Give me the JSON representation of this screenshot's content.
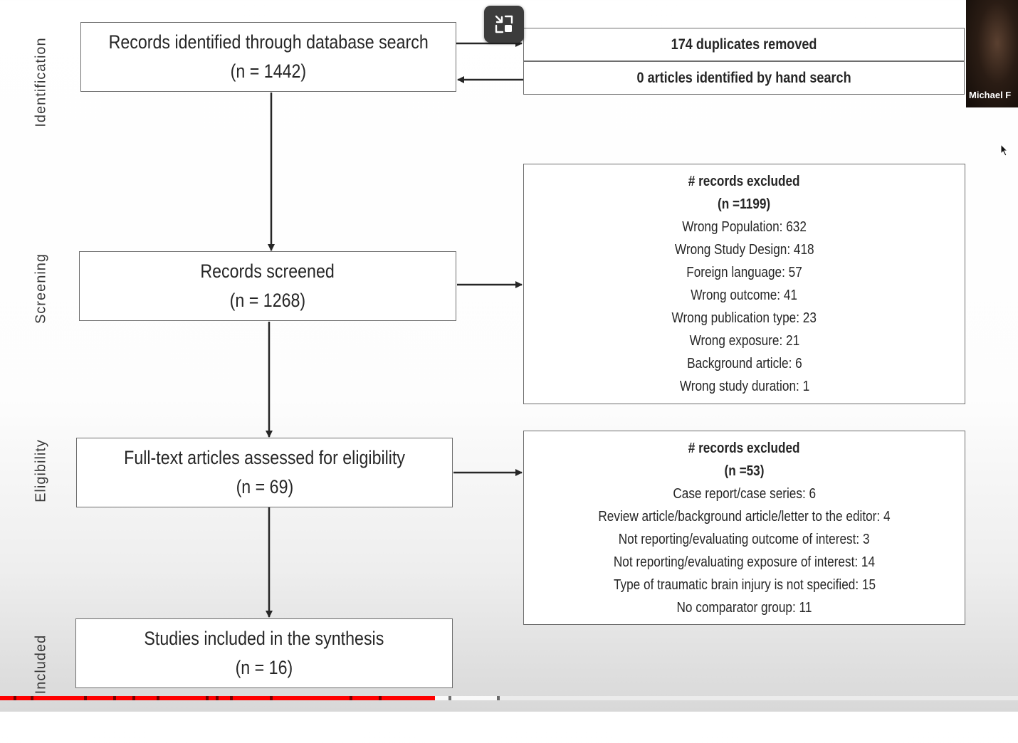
{
  "diagram": {
    "stages": {
      "identification": "Identification",
      "screening": "Screening",
      "eligibility": "Eligibility",
      "included": "Included"
    },
    "identified": {
      "line1": "Records identified through database search",
      "line2": "(n = 1442)"
    },
    "duplicates_removed": "174 duplicates removed",
    "hand_search": "0 articles identified by hand search",
    "screened": {
      "line1": "Records screened",
      "line2": "(n = 1268)"
    },
    "screen_excluded": {
      "heading": "# records excluded",
      "count": "(n =1199)",
      "reasons": [
        "Wrong Population: 632",
        "Wrong Study Design: 418",
        "Foreign language: 57",
        "Wrong outcome: 41",
        "Wrong publication type: 23",
        "Wrong exposure: 21",
        "Background article: 6",
        "Wrong study duration: 1"
      ]
    },
    "fulltext": {
      "line1": "Full-text articles assessed for eligibility",
      "line2": "(n = 69)"
    },
    "elig_excluded": {
      "heading": "# records excluded",
      "count": "(n =53)",
      "reasons": [
        "Case report/case series: 6",
        "Review article/background article/letter to the editor: 4",
        "Not reporting/evaluating outcome of interest: 3",
        "Not reporting/evaluating exposure of interest: 14",
        "Type of traumatic brain injury is not specified: 15",
        "No comparator group: 11"
      ]
    },
    "included_box": {
      "line1": "Studies included in the synthesis",
      "line2": "(n = 16)"
    }
  },
  "overlay": {
    "participant_name": "Michael F",
    "exit_fullscreen_icon": "exit-fullscreen-icon",
    "cursor_icon": "pointer-cursor-icon",
    "playback_progress": 0.427,
    "buffered_progress": 0.488,
    "colors": {
      "progress_played": "#ff0000",
      "box_border": "#6e6e6e"
    }
  }
}
